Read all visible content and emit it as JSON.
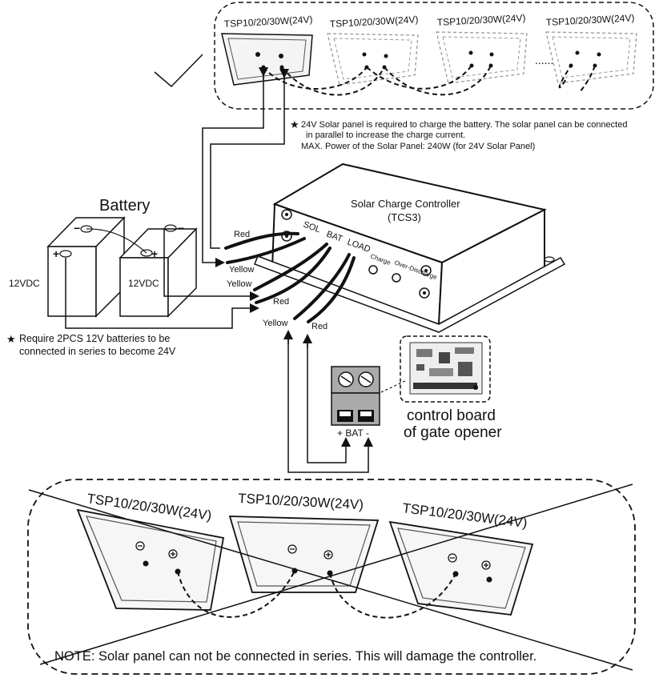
{
  "top_panels": {
    "labels": [
      "TSP10/20/30W(24V)",
      "TSP10/20/30W(24V)",
      "TSP10/20/30W(24V)",
      "TSP10/20/30W(24V)"
    ],
    "ellipsis": "......"
  },
  "solar_note": {
    "line1": "24V Solar panel is required to charge the battery. The solar panel can be connected",
    "line2": "in parallel to increase the charge current.",
    "line3": "MAX. Power of the Solar Panel: 240W (for 24V Solar Panel)"
  },
  "battery": {
    "title": "Battery",
    "left_label": "12VDC",
    "right_label": "12VDC",
    "note_line1": "Require 2PCS 12V batteries to be",
    "note_line2": "connected in series to become 24V"
  },
  "controller": {
    "title_line1": "Solar Charge Controller",
    "title_line2": "(TCS3)",
    "sol": "SOL",
    "bat": "BAT",
    "load": "LOAD",
    "charge": "Charge",
    "over_discharge": "Over-Discharge"
  },
  "wires": {
    "red1": "Red",
    "yellow1": "Yellow",
    "yellow2": "Yellow",
    "red2": "Red",
    "yellow3": "Yellow",
    "red3": "Red"
  },
  "gate_board": {
    "terminal_label": "+ BAT -",
    "title_line1": "control board",
    "title_line2": "of gate opener"
  },
  "bottom_panels": {
    "labels": [
      "TSP10/20/30W(24V)",
      "TSP10/20/30W(24V)",
      "TSP10/20/30W(24V)"
    ],
    "note": "NOTE: Solar panel can not be connected in series. This will damage the controller."
  },
  "colors": {
    "ink": "#111111",
    "dashed_ink": "#999999"
  }
}
